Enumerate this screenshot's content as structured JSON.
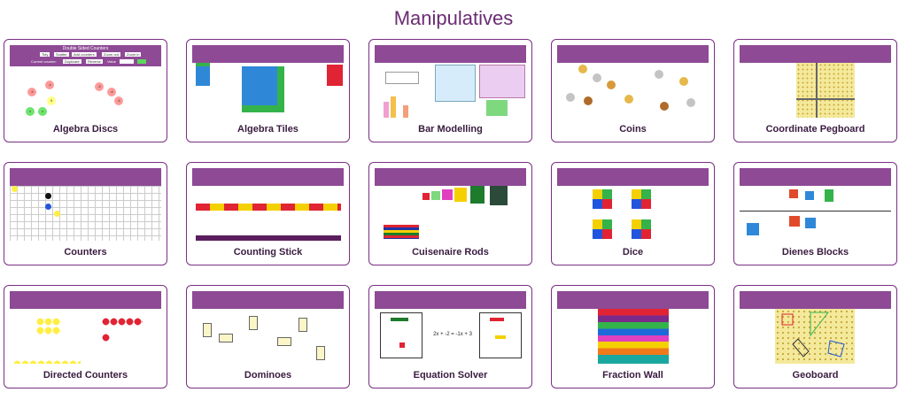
{
  "page": {
    "title": "Manipulatives"
  },
  "cards": [
    {
      "label": "Algebra Discs",
      "icon": "algebra-discs-thumbnail"
    },
    {
      "label": "Algebra Tiles",
      "icon": "algebra-tiles-thumbnail"
    },
    {
      "label": "Bar Modelling",
      "icon": "bar-modelling-thumbnail"
    },
    {
      "label": "Coins",
      "icon": "coins-thumbnail"
    },
    {
      "label": "Coordinate Pegboard",
      "icon": "coordinate-pegboard-thumbnail"
    },
    {
      "label": "Counters",
      "icon": "counters-thumbnail"
    },
    {
      "label": "Counting Stick",
      "icon": "counting-stick-thumbnail"
    },
    {
      "label": "Cuisenaire Rods",
      "icon": "cuisenaire-rods-thumbnail"
    },
    {
      "label": "Dice",
      "icon": "dice-thumbnail"
    },
    {
      "label": "Dienes Blocks",
      "icon": "dienes-blocks-thumbnail"
    },
    {
      "label": "Directed Counters",
      "icon": "directed-counters-thumbnail"
    },
    {
      "label": "Dominoes",
      "icon": "dominoes-thumbnail"
    },
    {
      "label": "Equation Solver",
      "icon": "equation-solver-thumbnail"
    },
    {
      "label": "Fraction Wall",
      "icon": "fraction-wall-thumbnail"
    },
    {
      "label": "Geoboard",
      "icon": "geoboard-thumbnail"
    }
  ],
  "thumbs": {
    "algebra_discs": {
      "header": "Double Sided Counters",
      "buttons": [
        "Tidy",
        "Scatter",
        "Add counters",
        "Zoom out",
        "Zoom in"
      ],
      "current_counter_label": "Current counter:",
      "controls": [
        "Duplicate",
        "Reverse"
      ],
      "value_label": "Value",
      "discs": [
        "-4",
        "-5",
        "-5",
        "-6",
        "-5",
        "5",
        "x",
        "x"
      ]
    },
    "equation_solver": {
      "equation": "2x + -2 = -1x + 3"
    },
    "colors": {
      "accent": "#8e4a95",
      "border": "#7a2f84",
      "title": "#6b2c73"
    }
  }
}
